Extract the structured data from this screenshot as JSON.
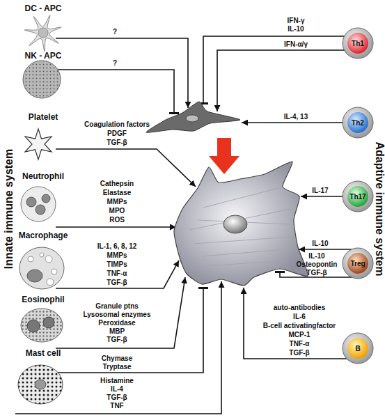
{
  "diagram": {
    "nodes": [
      {
        "text": [
          "DC - APC"
        ]
      },
      {
        "text": [
          "NK - APC"
        ]
      },
      {
        "text": [
          "Platelet"
        ]
      },
      {
        "text": [
          "Neutrophil"
        ]
      },
      {
        "text": [
          "Macrophage"
        ]
      },
      {
        "text": [
          "Eosinophil"
        ]
      },
      {
        "text": [
          "Mast cell"
        ]
      },
      {
        "text": [
          "Th1"
        ]
      },
      {
        "text": [
          "Th2"
        ]
      },
      {
        "text": [
          "Th17"
        ]
      },
      {
        "text": [
          "Treg"
        ]
      },
      {
        "text": [
          "B"
        ]
      }
    ],
    "labels": [
      "?",
      "?",
      "IFN-γ",
      "IL-10",
      "IFN-α/γ",
      "IL-4, 13",
      "IL-17",
      "IL-10",
      "IL-10",
      "Osteopontin",
      "TGF-β",
      "auto-antibodies",
      "IL-6",
      "B-cell activatingfactor",
      "MCP-1",
      "TNF-α",
      "TGF-β",
      "Coagulation factors",
      "PDGF",
      "TGF-β",
      "Cathepsin",
      "Elastase",
      "MMPs",
      "MPO",
      "ROS",
      "IL-1, 6, 8, 12",
      "MMPs",
      "TIMPs",
      "TNF-α",
      "TGF-β",
      "Granule ptns",
      "Lysosomal enzymes",
      "Peroxidase",
      "MBP",
      "TGF-β",
      "Chymase",
      "Tryptase",
      "Histamine",
      "IL-4",
      "TGF-β",
      "TNF",
      "Innate immune system",
      "Adaptive immune system"
    ]
  }
}
